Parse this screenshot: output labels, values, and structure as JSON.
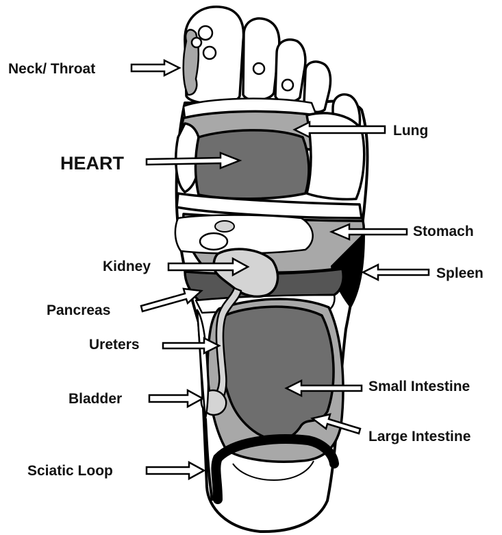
{
  "labels": {
    "neck_throat": "Neck/ Throat",
    "heart": "HEART",
    "lung": "Lung",
    "stomach": "Stomach",
    "kidney": "Kidney",
    "spleen": "Spleen",
    "pancreas": "Pancreas",
    "ureters": "Ureters",
    "small_intestine": "Small Intestine",
    "bladder": "Bladder",
    "large_intestine": "Large Intestine",
    "sciatic_loop": "Sciatic Loop"
  },
  "colors": {
    "outline": "#000000",
    "background": "#ffffff",
    "light_gray": "#d4d4d4",
    "mid_gray": "#a8a8a8",
    "dark_gray": "#6e6e6e",
    "darker_gray": "#555555",
    "black": "#000000"
  }
}
